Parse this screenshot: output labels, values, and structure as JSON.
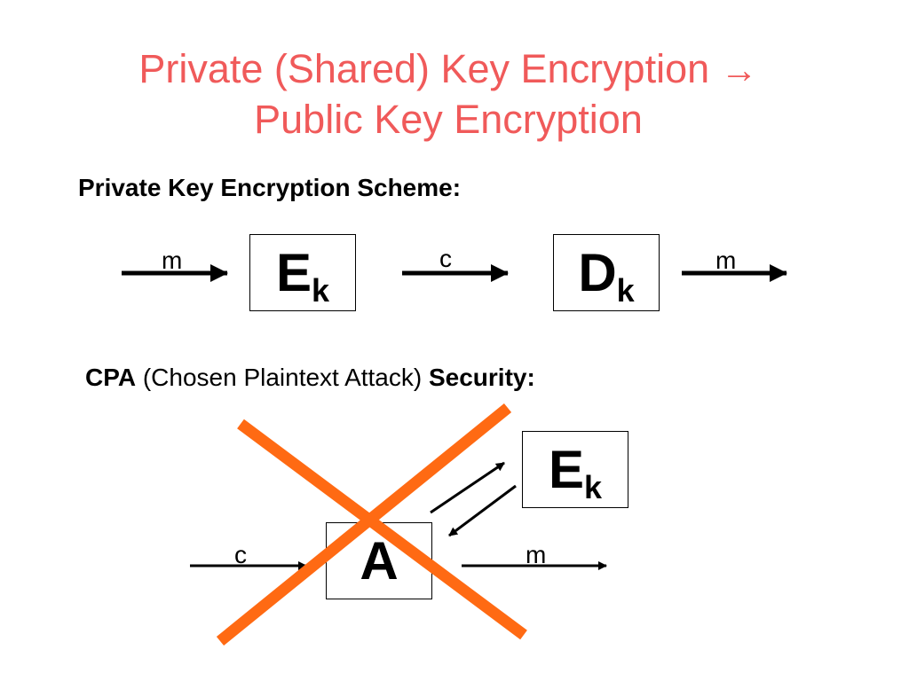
{
  "title": {
    "line1": "Private (Shared) Key Encryption",
    "arrow": "→",
    "line2": "Public Key Encryption"
  },
  "scheme_heading": "Private Key Encryption Scheme:",
  "scheme": {
    "input_label": "m",
    "enc_main": "E",
    "enc_sub": "k",
    "cipher_label": "c",
    "dec_main": "D",
    "dec_sub": "k",
    "output_label": "m"
  },
  "cpa": {
    "bold1": "CPA",
    "normal": " (Chosen Plaintext Attack) ",
    "bold2": "Security:"
  },
  "attack": {
    "oracle_main": "E",
    "oracle_sub": "k",
    "adversary": "A",
    "input_label": "c",
    "output_label": "m"
  },
  "colors": {
    "title": "#f05a5a",
    "cross": "#ff6a13"
  }
}
